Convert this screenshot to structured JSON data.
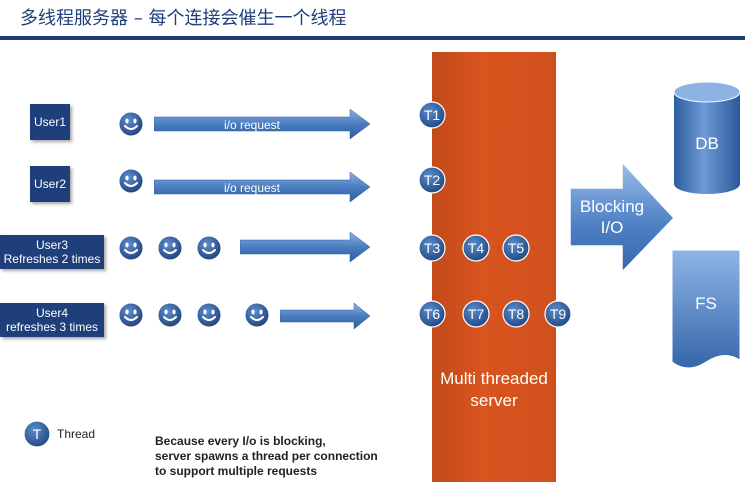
{
  "title": "多线程服务器 – 每个连接会催生一个线程",
  "users": [
    {
      "line1": "User1",
      "line2": ""
    },
    {
      "line1": "User2",
      "line2": ""
    },
    {
      "line1": "User3",
      "line2": "Refreshes 2 times"
    },
    {
      "line1": "User4",
      "line2": "refreshes 3 times"
    }
  ],
  "arrows": {
    "request_label": "i/o request"
  },
  "threads": [
    "T1",
    "T2",
    "T3",
    "T4",
    "T5",
    "T6",
    "T7",
    "T8",
    "T9"
  ],
  "server": {
    "line1": "Multi threaded",
    "line2": "server"
  },
  "blocking": {
    "line1": "Blocking",
    "line2": "I/O"
  },
  "stores": {
    "db": "DB",
    "fs": "FS"
  },
  "legend": {
    "symbol": "T",
    "label": "Thread"
  },
  "note": [
    "Because every I/o is blocking,",
    "server spawns a thread per connection",
    "to support multiple requests"
  ],
  "colors": {
    "title": "#1f3f7a",
    "user_box": "#1f3f7a",
    "arrow": "#4a7cc0",
    "server": "#d9541f",
    "thread": "#2c5a96",
    "storage": "#3d73b8"
  },
  "icons": {
    "user_face": "smiley-face-icon",
    "thread": "thread-circle-icon"
  }
}
